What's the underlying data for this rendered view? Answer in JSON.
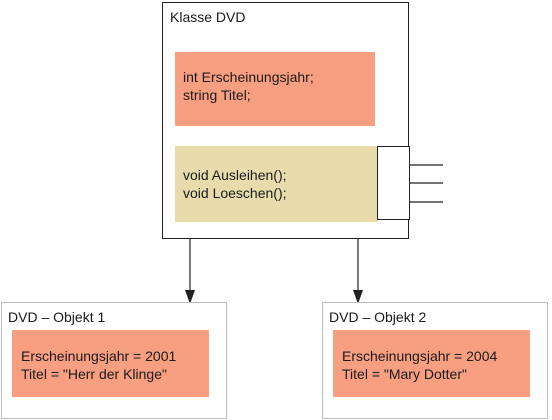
{
  "colors": {
    "attribute_fill": "#f89e81",
    "method_fill": "#e8dcad",
    "object_fill": "#f89e81",
    "border_dark": "#222222",
    "border_light": "#bdbdbd"
  },
  "class": {
    "title": "Klasse DVD",
    "attributes": [
      "int Erscheinungsjahr;",
      "string Titel;"
    ],
    "methods": [
      "void Ausleihen();",
      "void Loeschen();"
    ]
  },
  "objects": [
    {
      "title": "DVD – Objekt 1",
      "fields": [
        "Erscheinungsjahr = 2001",
        "Titel = \"Herr der Klinge\""
      ]
    },
    {
      "title": "DVD – Objekt 2",
      "fields": [
        "Erscheinungsjahr = 2004",
        "Titel = \"Mary Dotter\""
      ]
    }
  ]
}
